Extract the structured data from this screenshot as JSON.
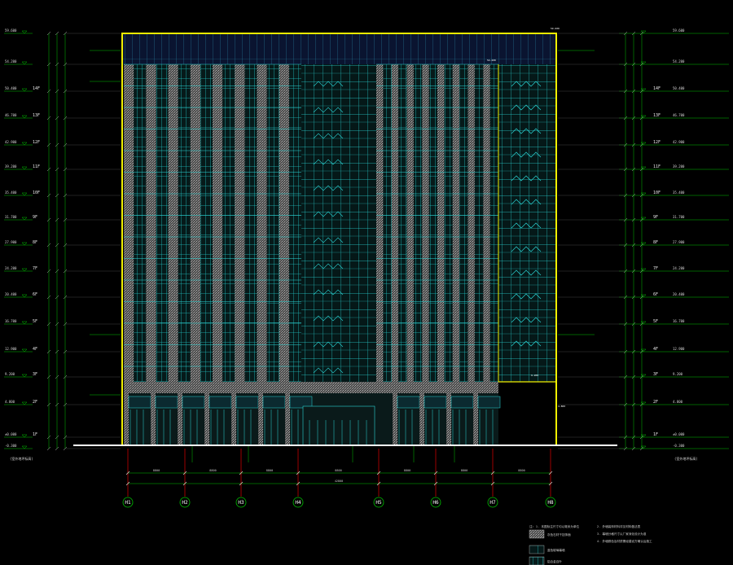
{
  "drawing": {
    "axes": [
      "H1",
      "H2",
      "H3",
      "H4",
      "H5",
      "H6",
      "H7",
      "H8"
    ],
    "top_dim": "42800",
    "bay_dims": [
      "8800",
      "8800",
      "8800",
      "8800",
      "8800",
      "8800",
      "8800"
    ],
    "levels_left": [
      {
        "elev": "59.600",
        "floor": ""
      },
      {
        "elev": "54.200",
        "floor": ""
      },
      {
        "elev": "50.400",
        "floor": "14F"
      },
      {
        "elev": "46.700",
        "floor": "13F"
      },
      {
        "elev": "42.900",
        "floor": "12F"
      },
      {
        "elev": "39.200",
        "floor": "11F"
      },
      {
        "elev": "35.400",
        "floor": "10F"
      },
      {
        "elev": "31.700",
        "floor": "9F"
      },
      {
        "elev": "27.900",
        "floor": "8F"
      },
      {
        "elev": "24.200",
        "floor": "7F"
      },
      {
        "elev": "20.400",
        "floor": "6F"
      },
      {
        "elev": "16.700",
        "floor": "5F"
      },
      {
        "elev": "12.900",
        "floor": "4F"
      },
      {
        "elev": "9.200",
        "floor": "3F"
      },
      {
        "elev": "4.800",
        "floor": "2F"
      },
      {
        "elev": "±0.000",
        "floor": "1F"
      },
      {
        "elev": "-0.300",
        "floor": ""
      }
    ],
    "annotations": {
      "roof_top": "59.600",
      "roof_mid": "54.200",
      "podium": "9.200",
      "entrance": "4.800",
      "ground_left": "(室外地坪标高)",
      "ground_right": "(室外地坪标高)"
    },
    "notes": [
      "注: 1. 本图标注尺寸均以毫米为单位",
      "2. 外墙装饰材料详见材料做法表",
      "3. 幕墙分格尺寸以厂家深化设计为准",
      "4. 外墙颜色及材质需经建设方确认后施工"
    ],
    "legend": [
      "灰色石材干挂饰面",
      "蓝色玻璃幕墙",
      "铝合金百叶"
    ]
  }
}
